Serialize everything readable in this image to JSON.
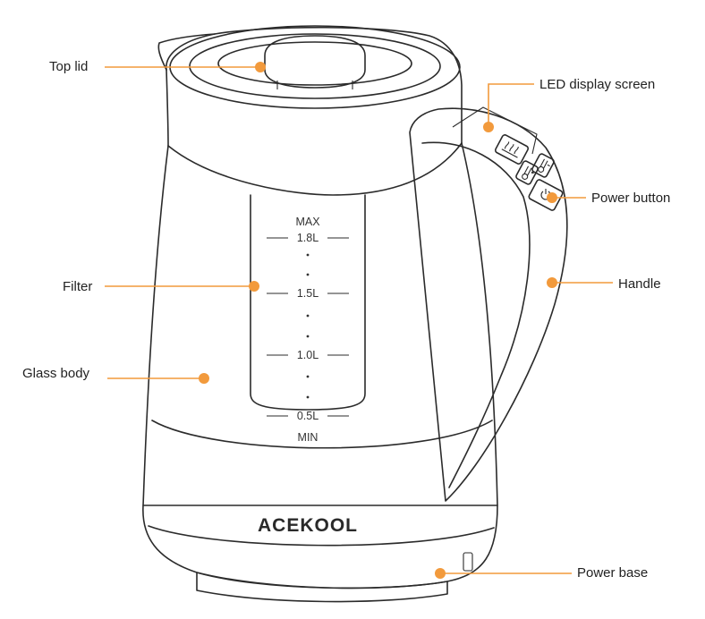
{
  "brand": "ACEKOOL",
  "accent_color": "#f29a3c",
  "callouts": {
    "top_lid": "Top lid",
    "led_display": "LED display screen",
    "power_button": "Power button",
    "filter": "Filter",
    "handle": "Handle",
    "glass_body": "Glass body",
    "power_base": "Power base"
  },
  "scale": {
    "max": "MAX",
    "l18": "1.8L",
    "l15": "1.5L",
    "l10": "1.0L",
    "l05": "0.5L",
    "min": "MIN"
  },
  "icons": [
    "steam-icon",
    "temp-up-icon",
    "temp-down-icon",
    "power-icon"
  ]
}
